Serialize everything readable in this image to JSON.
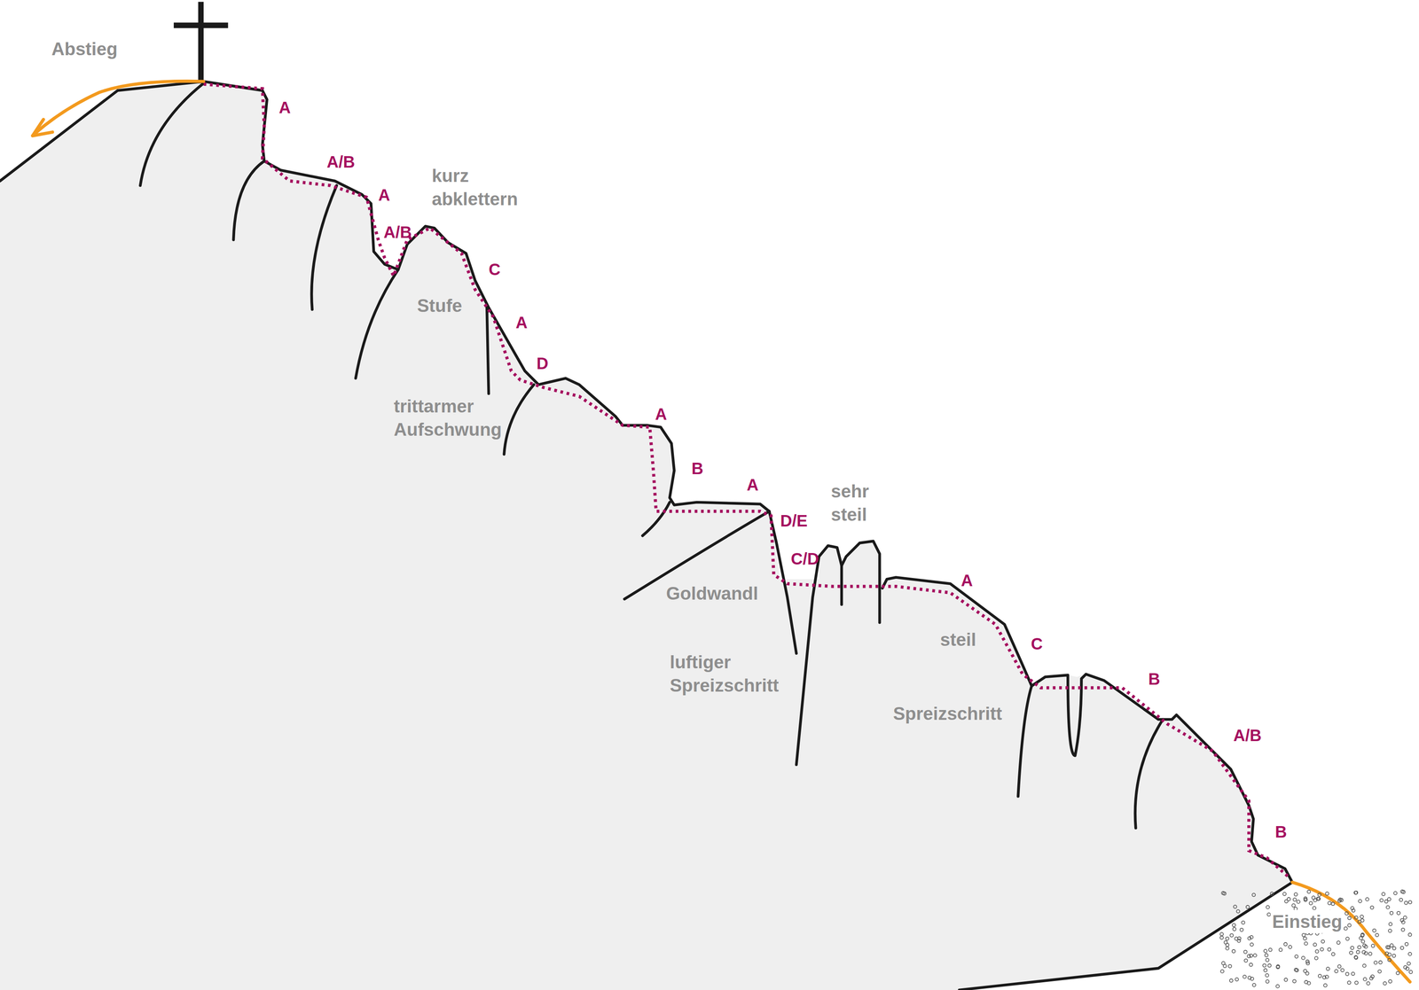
{
  "diagram": {
    "labels": [
      "Abstieg",
      "A",
      "A/B",
      "A",
      "kurz abklettern",
      "A/B",
      "C",
      "Stufe",
      "A",
      "D",
      "trittarmer Aufschwung",
      "A",
      "B",
      "A",
      "sehr steil",
      "D/E",
      "C/D",
      "Goldwandl",
      "A",
      "luftiger Spreizschritt",
      "steil",
      "C",
      "Spreizschritt",
      "B",
      "A/B",
      "B",
      "Einstieg"
    ]
  }
}
